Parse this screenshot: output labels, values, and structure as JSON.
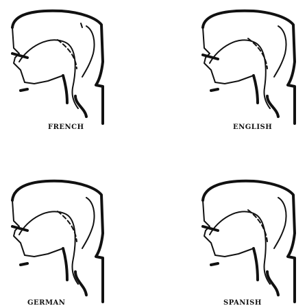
{
  "figure": {
    "panels": [
      {
        "key": "french",
        "label": "FRENCH"
      },
      {
        "key": "english",
        "label": "ENGLISH"
      },
      {
        "key": "german",
        "label": "GERMAN"
      },
      {
        "key": "spanish",
        "label": "SPANISH"
      }
    ]
  }
}
